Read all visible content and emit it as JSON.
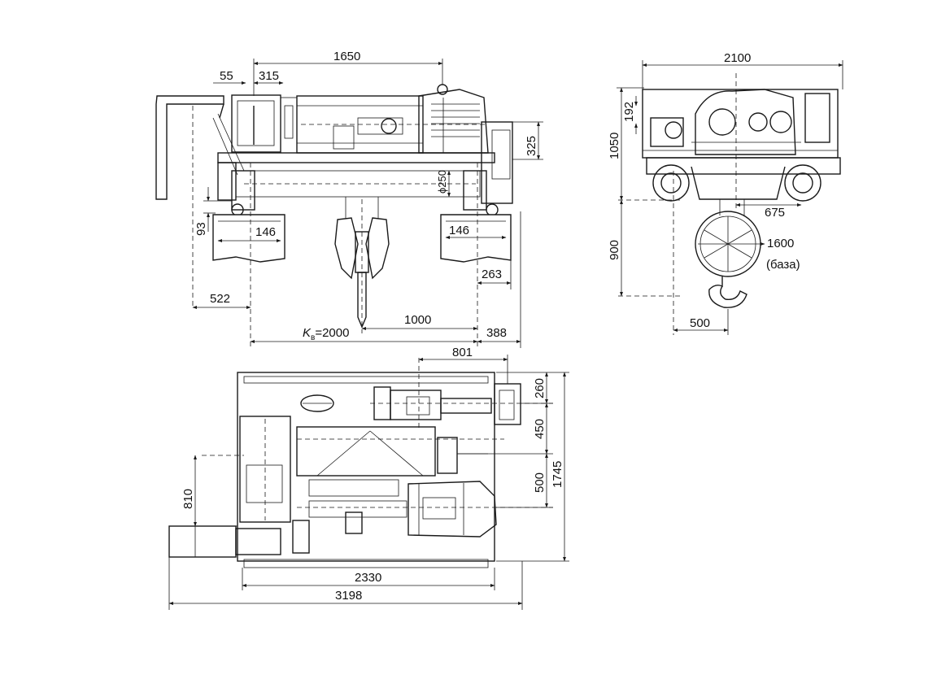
{
  "side_view": {
    "dim_1650": "1650",
    "dim_55": "55",
    "dim_315": "315",
    "dim_325": "325",
    "dim_d250": "ϕ250",
    "dim_93": "93",
    "dim_146_left": "146",
    "dim_146_right": "146",
    "dim_263": "263",
    "dim_522": "522",
    "dim_kb_prefix": "K",
    "dim_kb_sub": "в",
    "dim_kb_value": "=2000",
    "dim_1000": "1000",
    "dim_388": "388"
  },
  "end_view": {
    "dim_2100": "2100",
    "dim_192": "192",
    "dim_1050": "1050",
    "dim_675": "675",
    "dim_900": "900",
    "dim_1600": "1600",
    "note_base": "(база)",
    "dim_500": "500"
  },
  "top_view": {
    "dim_801": "801",
    "dim_260": "260",
    "dim_450": "450",
    "dim_500": "500",
    "dim_1745": "1745",
    "dim_810": "810",
    "dim_2330": "2330",
    "dim_3198": "3198"
  }
}
